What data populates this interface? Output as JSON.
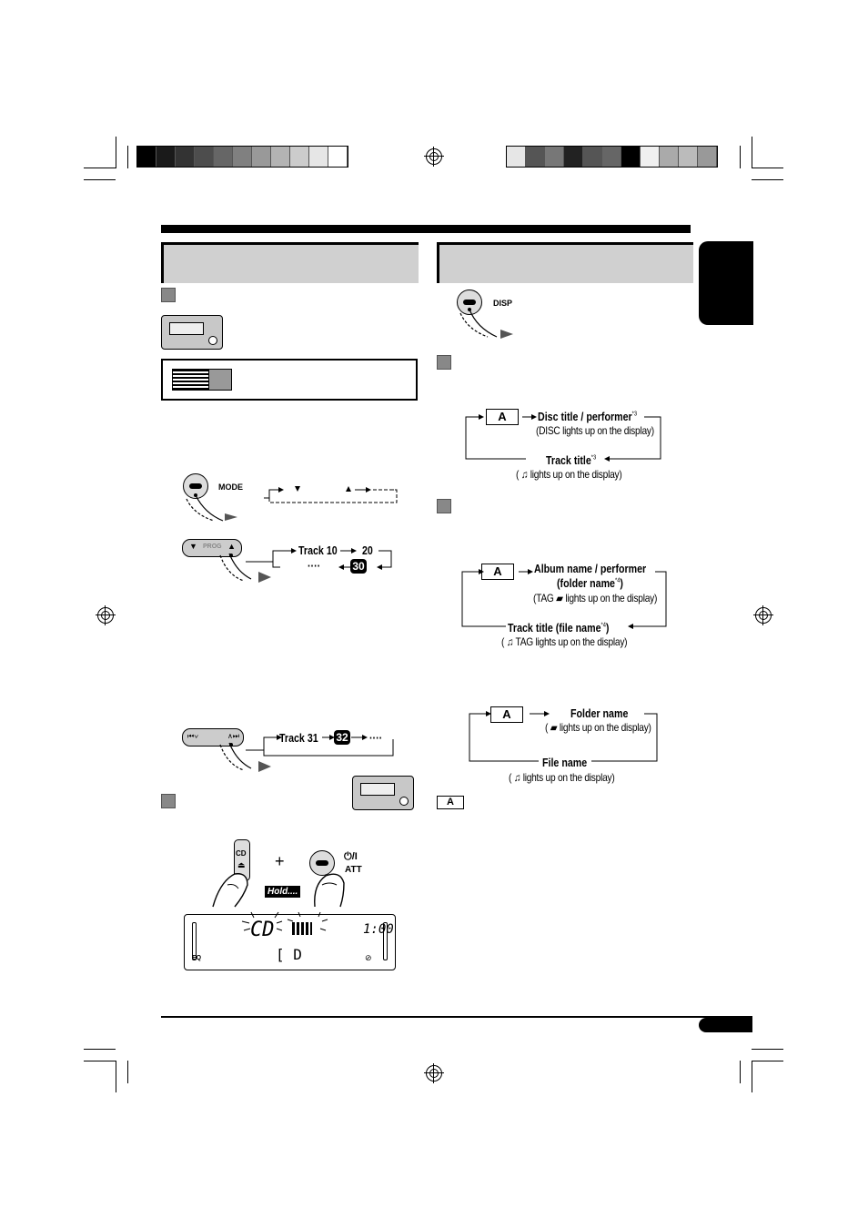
{
  "colors": {
    "bar_left": [
      "#000000",
      "#1a1a1a",
      "#333333",
      "#4d4d4d",
      "#666666",
      "#808080",
      "#999999",
      "#b3b3b3",
      "#cccccc",
      "#e6e6e6",
      "#ffffff"
    ],
    "bar_right": [
      "#e6e6e6",
      "#555555",
      "#777777",
      "#222222",
      "#555555",
      "#666666",
      "#000000",
      "#f0f0f0",
      "#aaaaaa",
      "#bbbbbb",
      "#999999"
    ],
    "header_gray": "#d0d0d0"
  },
  "left": {
    "mode_label": "MODE",
    "prog_label": "PROG",
    "track_seq1": {
      "first": "Track 10",
      "second": "20",
      "third": "30",
      "dots": "····"
    },
    "track_seq2": {
      "first": "Track 31",
      "second": "32",
      "dots": "····"
    },
    "eject_label": "CD",
    "power_label": "⏻/I",
    "att_label": "ATT",
    "hold_label": "Hold....",
    "plus": "+",
    "lcd": {
      "main": "CD",
      "time": "1:00",
      "sub": "[ D",
      "eq": "EQ",
      "sym": "⊘"
    }
  },
  "right": {
    "disp_label": "DISP",
    "a_label": "A",
    "cd_cycle": {
      "top": "Disc title / performer",
      "top_sup": "*3",
      "top_note": "(DISC lights up on the display)",
      "bottom": "Track title",
      "bottom_sup": "*3",
      "bottom_note": "( ♫ lights up on the display)"
    },
    "mp3_cycle": {
      "top": "Album name / performer",
      "top2": "(folder name",
      "top2_sup": "*4",
      "top2_end": ")",
      "top_note": "(TAG ▰ lights up on the display)",
      "bottom": "Track title (file name",
      "bottom_sup": "*4",
      "bottom_end": ")",
      "bottom_note": "( ♫ TAG lights up on the display)"
    },
    "folder_cycle": {
      "top": "Folder name",
      "top_note": "( ▰ lights up on the display)",
      "bottom": "File name",
      "bottom_note": "( ♫ lights up on the display)"
    }
  }
}
